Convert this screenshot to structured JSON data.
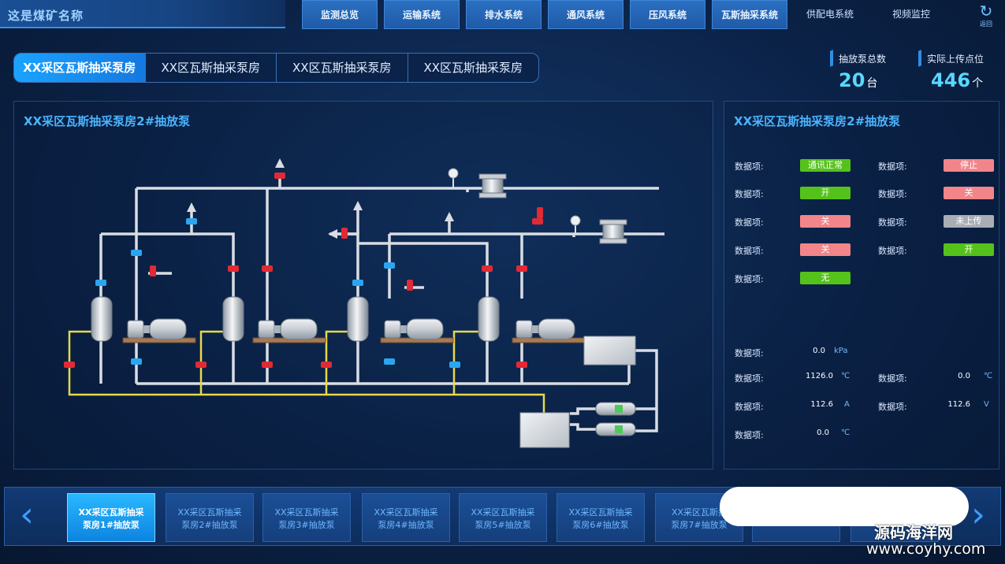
{
  "header": {
    "brand": "这是煤矿名称",
    "nav_buttons": [
      "监测总览",
      "运输系统",
      "排水系统",
      "通风系统",
      "压风系统",
      "瓦斯抽采系统"
    ],
    "nav_links": [
      "供配电系统",
      "视频监控"
    ],
    "return_label": "返回",
    "return_icon": "refresh-icon"
  },
  "tabs": [
    "XX采区瓦斯抽采泵房",
    "XX区瓦斯抽采泵房",
    "XX区瓦斯抽采泵房",
    "XX区瓦斯抽采泵房"
  ],
  "active_tab": 0,
  "stats": [
    {
      "label": "抽放泵总数",
      "value": "20",
      "unit": "台"
    },
    {
      "label": "实际上传点位",
      "value": "446",
      "unit": "个"
    }
  ],
  "diagram": {
    "title": "XX采区瓦斯抽采泵房2#抽放泵"
  },
  "data_panel": {
    "title": "XX采区瓦斯抽采泵房2#抽放泵",
    "status_items": [
      {
        "label": "数据项:",
        "status": "通讯正常",
        "color": "#55c21b"
      },
      {
        "label": "数据项:",
        "status": "停止",
        "color": "#f2858a"
      },
      {
        "label": "数据项:",
        "status": "开",
        "color": "#55c21b"
      },
      {
        "label": "数据项:",
        "status": "关",
        "color": "#f2858a"
      },
      {
        "label": "数据项:",
        "status": "关",
        "color": "#f2858a"
      },
      {
        "label": "数据项:",
        "status": "未上传",
        "color": "#a9aeb6"
      },
      {
        "label": "数据项:",
        "status": "关",
        "color": "#f2858a"
      },
      {
        "label": "数据项:",
        "status": "开",
        "color": "#55c21b"
      },
      {
        "label": "数据项:",
        "status": "无",
        "color": "#55c21b"
      }
    ],
    "value_items": [
      {
        "label": "数据项:",
        "value": "0.0",
        "unit": "kPa"
      },
      {
        "label": "数据项:",
        "value": "1126.0",
        "unit": "℃"
      },
      {
        "label": "数据项:",
        "value": "0.0",
        "unit": "℃"
      },
      {
        "label": "数据项:",
        "value": "112.6",
        "unit": "A"
      },
      {
        "label": "数据项:",
        "value": "112.6",
        "unit": "V"
      },
      {
        "label": "数据项:",
        "value": "0.0",
        "unit": "℃"
      }
    ]
  },
  "carousel": {
    "prev_icon": "chevron-left-icon",
    "next_icon": "chevron-right-icon",
    "cards": [
      {
        "line1": "XX采区瓦斯抽采",
        "line2": "泵房1#抽放泵"
      },
      {
        "line1": "XX采区瓦斯抽采",
        "line2": "泵房2#抽放泵"
      },
      {
        "line1": "XX采区瓦斯抽采",
        "line2": "泵房3#抽放泵"
      },
      {
        "line1": "XX采区瓦斯抽采",
        "line2": "泵房4#抽放泵"
      },
      {
        "line1": "XX采区瓦斯抽采",
        "line2": "泵房5#抽放泵"
      },
      {
        "line1": "XX采区瓦斯抽采",
        "line2": "泵房6#抽放泵"
      },
      {
        "line1": "XX采区瓦斯抽",
        "line2": "泵房7#抽放泵"
      }
    ],
    "active_card": 0
  },
  "watermark": {
    "text": "源码海洋网",
    "url": "www.coyhy.com"
  },
  "colors": {
    "pipe": "#d9dde3",
    "yellow_line": "#e8d84a",
    "valve_red": "#e02a35",
    "valve_blue": "#2aa6ef",
    "accent": "#4bb4ff"
  }
}
